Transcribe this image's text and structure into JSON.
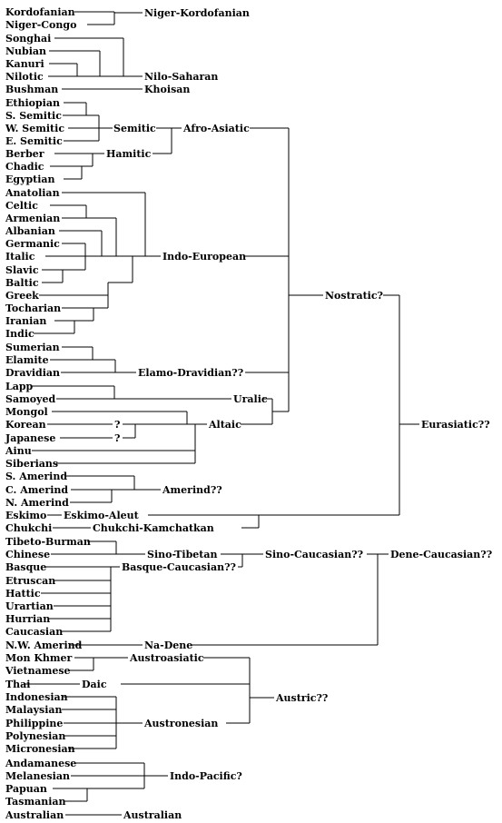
{
  "leaves": [
    "Kordofanian",
    "Niger-Congo",
    "Songhai",
    "Nubian",
    "Kanuri",
    "Nilotic",
    "Bushman",
    "Ethiopian",
    "S. Semitic",
    "W. Semitic",
    "E. Semitic",
    "Berber",
    "Chadic",
    "Egyptian",
    "Anatolian",
    "Celtic",
    "Armenian",
    "Albanian",
    "Germanic",
    "Italic",
    "Slavic",
    "Baltic",
    "Greek",
    "Tocharian",
    "Iranian",
    "Indic",
    "Sumerian",
    "Elamite",
    "Dravidian",
    "Lapp",
    "Samoyed",
    "Mongol",
    "Korean",
    "Japanese",
    "Ainu",
    "Siberians",
    "S. Amerind",
    "C. Amerind",
    "N. Amerind",
    "Eskimo",
    "Chukchi",
    "Tibeto-Burman",
    "Chinese",
    "Basque",
    "Etruscan",
    "Hattic",
    "Urartian",
    "Hurrian",
    "Caucasian",
    "N.W. Amerind",
    "Mon Khmer",
    "Vietnamese",
    "Thai",
    "Indonesian",
    "Malaysian",
    "Philippine",
    "Polynesian",
    "Micronesian",
    "Andamanese",
    "Melanesian",
    "Papuan",
    "Tasmanian",
    "Australian"
  ],
  "groups": {
    "niger_kordofanian": "Niger-Kordofanian",
    "nilo_saharan": "Nilo-Saharan",
    "khoisan": "Khoisan",
    "semitic": "Semitic",
    "hamitic": "Hamitic",
    "afro_asiatic": "Afro-Asiatic",
    "indo_european": "Indo-European",
    "elamo_dravidian": "Elamo-Dravidian??",
    "uralic": "Uralic",
    "altaic": "Altaic",
    "korean_q": "?",
    "japanese_q": "?",
    "amerind": "Amerind??",
    "eskimo_aleut": "Eskimo-Aleut",
    "chukchi_kamchatkan": "Chukchi-Kamchatkan",
    "nostratic": "Nostratic?",
    "eurasiatic": "Eurasiatic??",
    "sino_tibetan": "Sino-Tibetan",
    "basque_caucasian": "Basque-Caucasian??",
    "sino_caucasian": "Sino-Caucasian??",
    "na_dene": "Na-Dene",
    "dene_caucasian": "Dene-Caucasian??",
    "austroasiatic": "Austroasiatic",
    "daic": "Daic",
    "austronesian": "Austronesian",
    "austric": "Austric??",
    "indo_pacific": "Indo-Pacific?",
    "australian": "Australian"
  }
}
